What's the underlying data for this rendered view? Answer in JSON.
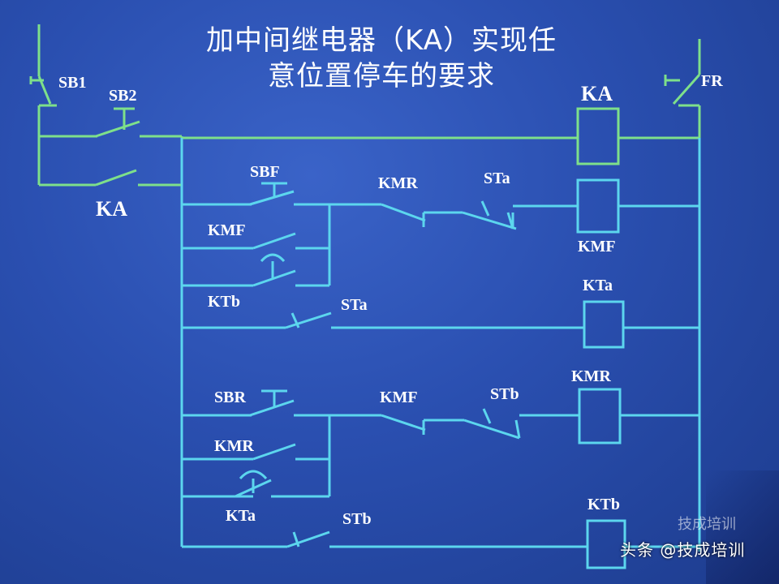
{
  "title": {
    "line1": "加中间继电器（KA）实现任",
    "line2": "意位置停车的要求"
  },
  "labels": {
    "sb1": "SB1",
    "sb2": "SB2",
    "ka_contact": "KA",
    "ka_coil": "KA",
    "fr": "FR",
    "sbf": "SBF",
    "kmr_nc_top": "KMR",
    "sta_top": "STa",
    "kmf_hold": "KMF",
    "ktb_contact": "KTb",
    "sta_mid": "STa",
    "kmf_coil": "KMF",
    "kta_coil": "KTa",
    "sbr": "SBR",
    "kmf_nc_bottom": "KMF",
    "stb_top": "STb",
    "kmr_hold": "KMR",
    "kta_contact": "KTa",
    "stb_mid": "STb",
    "kmr_coil": "KMR",
    "ktb_coil": "KTb"
  },
  "watermark": {
    "main": "头条 @技成培训",
    "secondary": "技成培训"
  },
  "colors": {
    "background": "#2a4fb0",
    "control_wire": "#7ee08a",
    "motor_wire": "#5cd6ee",
    "text": "#ffffff"
  }
}
